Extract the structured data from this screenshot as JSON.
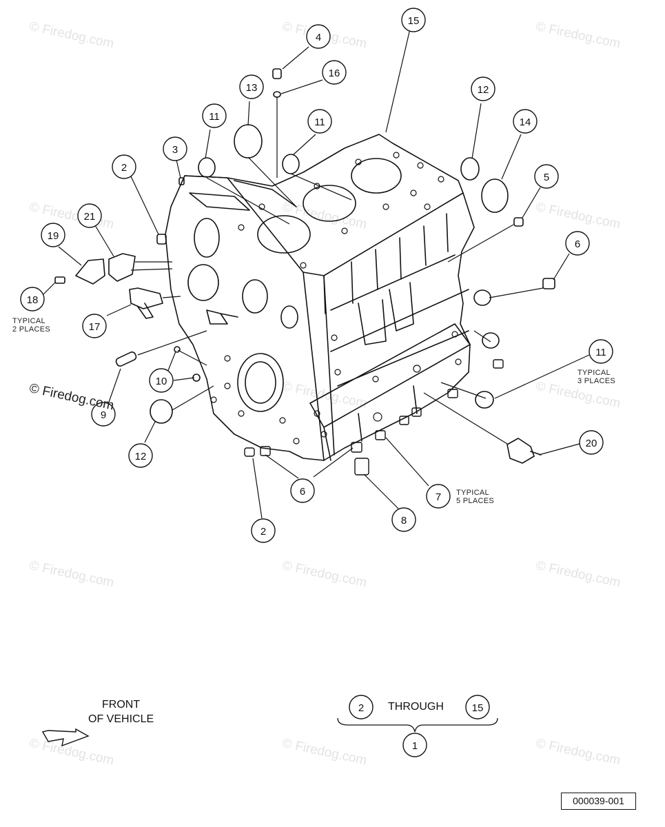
{
  "watermark": "© Firedog.com",
  "main_watermark": "© Firedog.com",
  "callouts": [
    {
      "n": "15"
    },
    {
      "n": "4"
    },
    {
      "n": "16"
    },
    {
      "n": "13"
    },
    {
      "n": "12"
    },
    {
      "n": "11"
    },
    {
      "n": "11"
    },
    {
      "n": "14"
    },
    {
      "n": "3"
    },
    {
      "n": "2"
    },
    {
      "n": "5"
    },
    {
      "n": "21"
    },
    {
      "n": "19"
    },
    {
      "n": "6"
    },
    {
      "n": "18"
    },
    {
      "n": "17"
    },
    {
      "n": "11"
    },
    {
      "n": "10"
    },
    {
      "n": "9"
    },
    {
      "n": "12"
    },
    {
      "n": "20"
    },
    {
      "n": "6"
    },
    {
      "n": "7"
    },
    {
      "n": "2"
    },
    {
      "n": "8"
    }
  ],
  "notes": {
    "typical_2": "TYPICAL\n2 PLACES",
    "typical_3": "TYPICAL\n3 PLACES",
    "typical_5": "TYPICAL\n5 PLACES"
  },
  "legend": {
    "front_of_vehicle": "FRONT\nOF VEHICLE",
    "range_start": "2",
    "through": "THROUGH",
    "range_end": "15",
    "assembly": "1"
  },
  "drawing_code": "000039-001"
}
